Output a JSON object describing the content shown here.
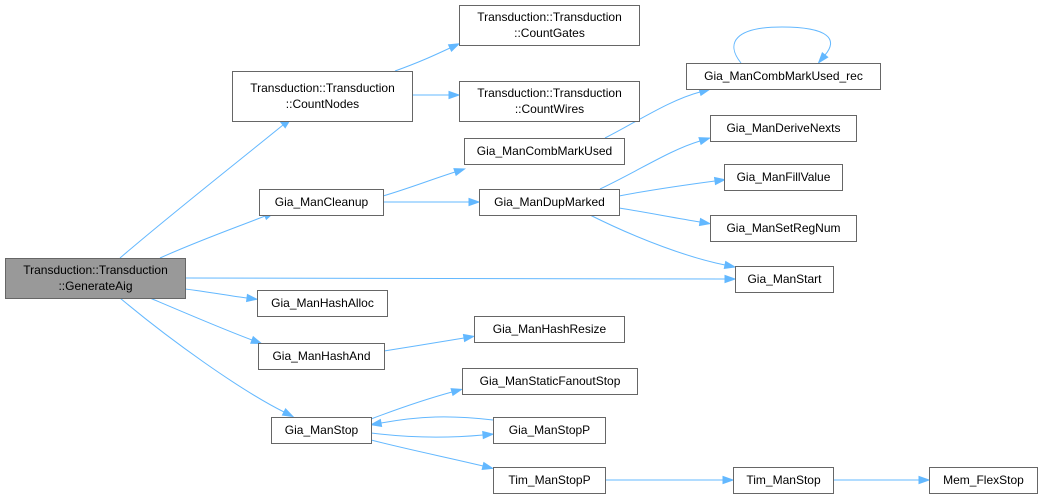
{
  "diagram": {
    "type": "call-graph",
    "edge_color": "#63b8ff",
    "root_fill": "#999999",
    "node_fill": "#ffffff",
    "node_border": "#666666",
    "nodes": [
      {
        "id": "root",
        "lines": [
          "Transduction::Transduction",
          "::GenerateAig"
        ],
        "root": true
      },
      {
        "id": "countnodes",
        "lines": [
          "Transduction::Transduction",
          "::CountNodes"
        ]
      },
      {
        "id": "countgates",
        "lines": [
          "Transduction::Transduction",
          "::CountGates"
        ]
      },
      {
        "id": "countwires",
        "lines": [
          "Transduction::Transduction",
          "::CountWires"
        ]
      },
      {
        "id": "combmarkusedrec",
        "lines": [
          "Gia_ManCombMarkUsed_rec"
        ]
      },
      {
        "id": "combmarkused",
        "lines": [
          "Gia_ManCombMarkUsed"
        ]
      },
      {
        "id": "cleanup",
        "lines": [
          "Gia_ManCleanup"
        ]
      },
      {
        "id": "dupmarked",
        "lines": [
          "Gia_ManDupMarked"
        ]
      },
      {
        "id": "derivenexts",
        "lines": [
          "Gia_ManDeriveNexts"
        ]
      },
      {
        "id": "fillvalue",
        "lines": [
          "Gia_ManFillValue"
        ]
      },
      {
        "id": "setregnum",
        "lines": [
          "Gia_ManSetRegNum"
        ]
      },
      {
        "id": "start",
        "lines": [
          "Gia_ManStart"
        ]
      },
      {
        "id": "hashalloc",
        "lines": [
          "Gia_ManHashAlloc"
        ]
      },
      {
        "id": "hashand",
        "lines": [
          "Gia_ManHashAnd"
        ]
      },
      {
        "id": "hashresize",
        "lines": [
          "Gia_ManHashResize"
        ]
      },
      {
        "id": "staticfanoutstop",
        "lines": [
          "Gia_ManStaticFanoutStop"
        ]
      },
      {
        "id": "stop",
        "lines": [
          "Gia_ManStop"
        ]
      },
      {
        "id": "stopp",
        "lines": [
          "Gia_ManStopP"
        ]
      },
      {
        "id": "timstopp",
        "lines": [
          "Tim_ManStopP"
        ]
      },
      {
        "id": "timstop",
        "lines": [
          "Tim_ManStop"
        ]
      },
      {
        "id": "flexstop",
        "lines": [
          "Mem_FlexStop"
        ]
      }
    ],
    "edges": [
      {
        "from": "root",
        "to": "countnodes"
      },
      {
        "from": "root",
        "to": "cleanup"
      },
      {
        "from": "root",
        "to": "start"
      },
      {
        "from": "root",
        "to": "hashalloc"
      },
      {
        "from": "root",
        "to": "hashand"
      },
      {
        "from": "root",
        "to": "stop"
      },
      {
        "from": "countnodes",
        "to": "countgates"
      },
      {
        "from": "countnodes",
        "to": "countwires"
      },
      {
        "from": "cleanup",
        "to": "combmarkused"
      },
      {
        "from": "cleanup",
        "to": "dupmarked"
      },
      {
        "from": "combmarkused",
        "to": "combmarkusedrec"
      },
      {
        "from": "combmarkusedrec",
        "to": "combmarkusedrec"
      },
      {
        "from": "dupmarked",
        "to": "derivenexts"
      },
      {
        "from": "dupmarked",
        "to": "fillvalue"
      },
      {
        "from": "dupmarked",
        "to": "setregnum"
      },
      {
        "from": "dupmarked",
        "to": "start"
      },
      {
        "from": "hashand",
        "to": "hashresize"
      },
      {
        "from": "stop",
        "to": "staticfanoutstop"
      },
      {
        "from": "stop",
        "to": "stopp"
      },
      {
        "from": "stopp",
        "to": "stop"
      },
      {
        "from": "stop",
        "to": "timstopp"
      },
      {
        "from": "timstopp",
        "to": "timstop"
      },
      {
        "from": "timstop",
        "to": "flexstop"
      }
    ]
  }
}
